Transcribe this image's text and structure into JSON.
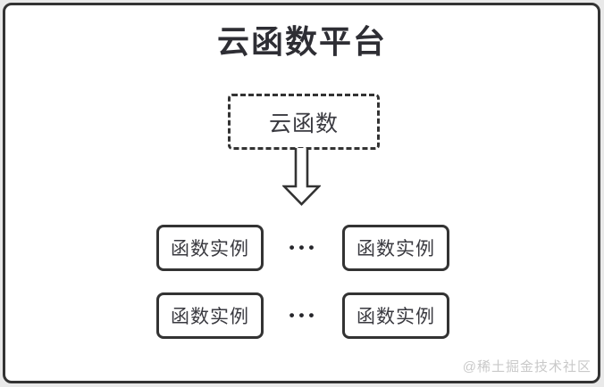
{
  "title": "云函数平台",
  "source_box": {
    "label": "云函数"
  },
  "arrow": {
    "icon": "down-arrow"
  },
  "rows": [
    {
      "left_label": "函数实例",
      "ellipsis": "•••",
      "right_label": "函数实例"
    },
    {
      "left_label": "函数实例",
      "ellipsis": "•••",
      "right_label": "函数实例"
    }
  ],
  "watermark": "@稀土掘金技术社区",
  "colors": {
    "frame_border": "#333333",
    "box_border": "#333333",
    "dashed_border": "#333333",
    "title_text": "#2e2e34",
    "body_text": "#3a3a40",
    "watermark_text": "#c9c9c9",
    "canvas_background": "#ffffff",
    "outer_background": "#e9e9e9"
  }
}
